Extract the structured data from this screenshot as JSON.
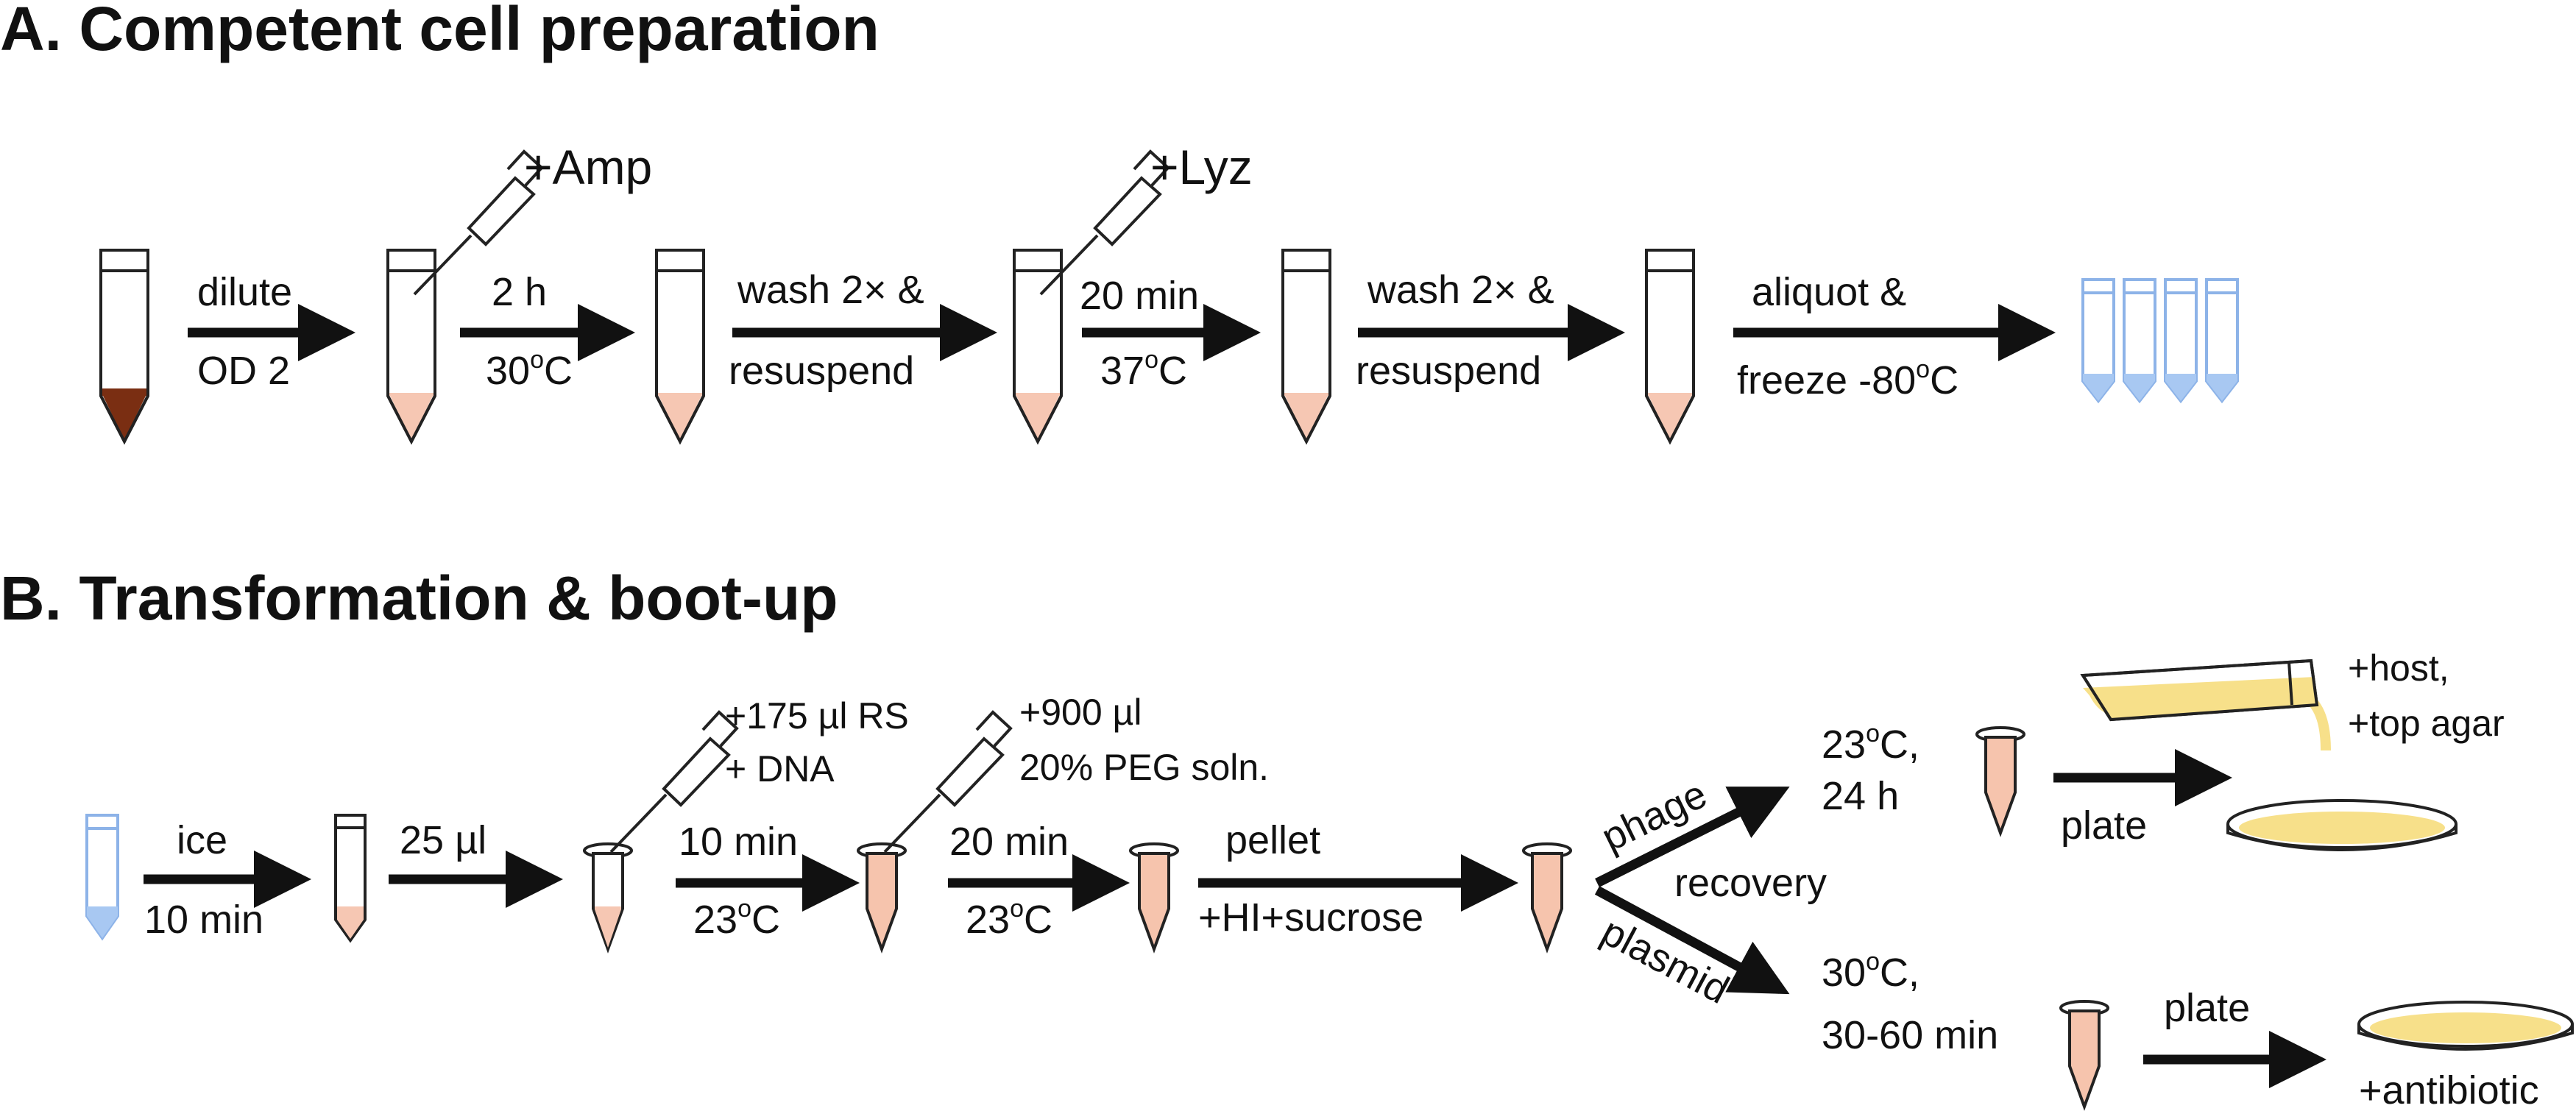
{
  "colors": {
    "dark_culture": "#7a2e12",
    "cells": "#f6c7b3",
    "cells_tube": "#f6c4ad",
    "frozen": "#a8c8f2",
    "frozen_outline": "#8db3e8",
    "agar": "#f7e08a",
    "arrow": "#111111"
  },
  "section_a": {
    "title": "A. Competent cell preparation",
    "amp_label": "+Amp",
    "lyz_label": "+Lyz",
    "steps": {
      "s1_top": "dilute",
      "s1_bottom": "OD 2",
      "s2_top": "2 h",
      "s2_bottom_num": "30",
      "s2_bottom_sup": "o",
      "s2_bottom_unit": "C",
      "s3_top": "wash 2× &",
      "s3_bottom": "resuspend",
      "s4_top": "20 min",
      "s4_bottom_num": "37",
      "s4_bottom_sup": "o",
      "s4_bottom_unit": "C",
      "s5_top": "wash 2× &",
      "s5_bottom": "resuspend",
      "s6_top": "aliquot &",
      "s6_bottom_pre": "freeze -80",
      "s6_bottom_sup": "o",
      "s6_bottom_unit": "C"
    }
  },
  "section_b": {
    "title": "B. Transformation & boot-up",
    "rs_line1": "+175 µl RS",
    "rs_line2": "+ DNA",
    "peg_line1": "+900 µl",
    "peg_line2": "20% PEG soln.",
    "steps": {
      "ice_top": "ice",
      "ice_bottom": "10 min",
      "transfer": "25 µl",
      "inc1_top": "10 min",
      "inc1_num": "23",
      "inc1_sup": "o",
      "inc1_unit": "C",
      "inc2_top": "20 min",
      "inc2_num": "23",
      "inc2_sup": "o",
      "inc2_unit": "C",
      "pellet_top": "pellet",
      "pellet_bottom": "+HI+sucrose",
      "recovery": "recovery",
      "branch_phage": "phage",
      "branch_plasmid": "plasmid",
      "phage_temp_num": "23",
      "phage_temp_sup": "o",
      "phage_temp_unit": "C,",
      "phage_time": "24 h",
      "plasmid_temp_num": "30",
      "plasmid_temp_sup": "o",
      "plasmid_temp_unit": "C,",
      "plasmid_time": "30-60 min",
      "plate_phage": "plate",
      "plate_plasmid": "plate",
      "host_line1": "+host,",
      "host_line2": "+top agar",
      "antibiotic": "+antibiotic"
    }
  }
}
